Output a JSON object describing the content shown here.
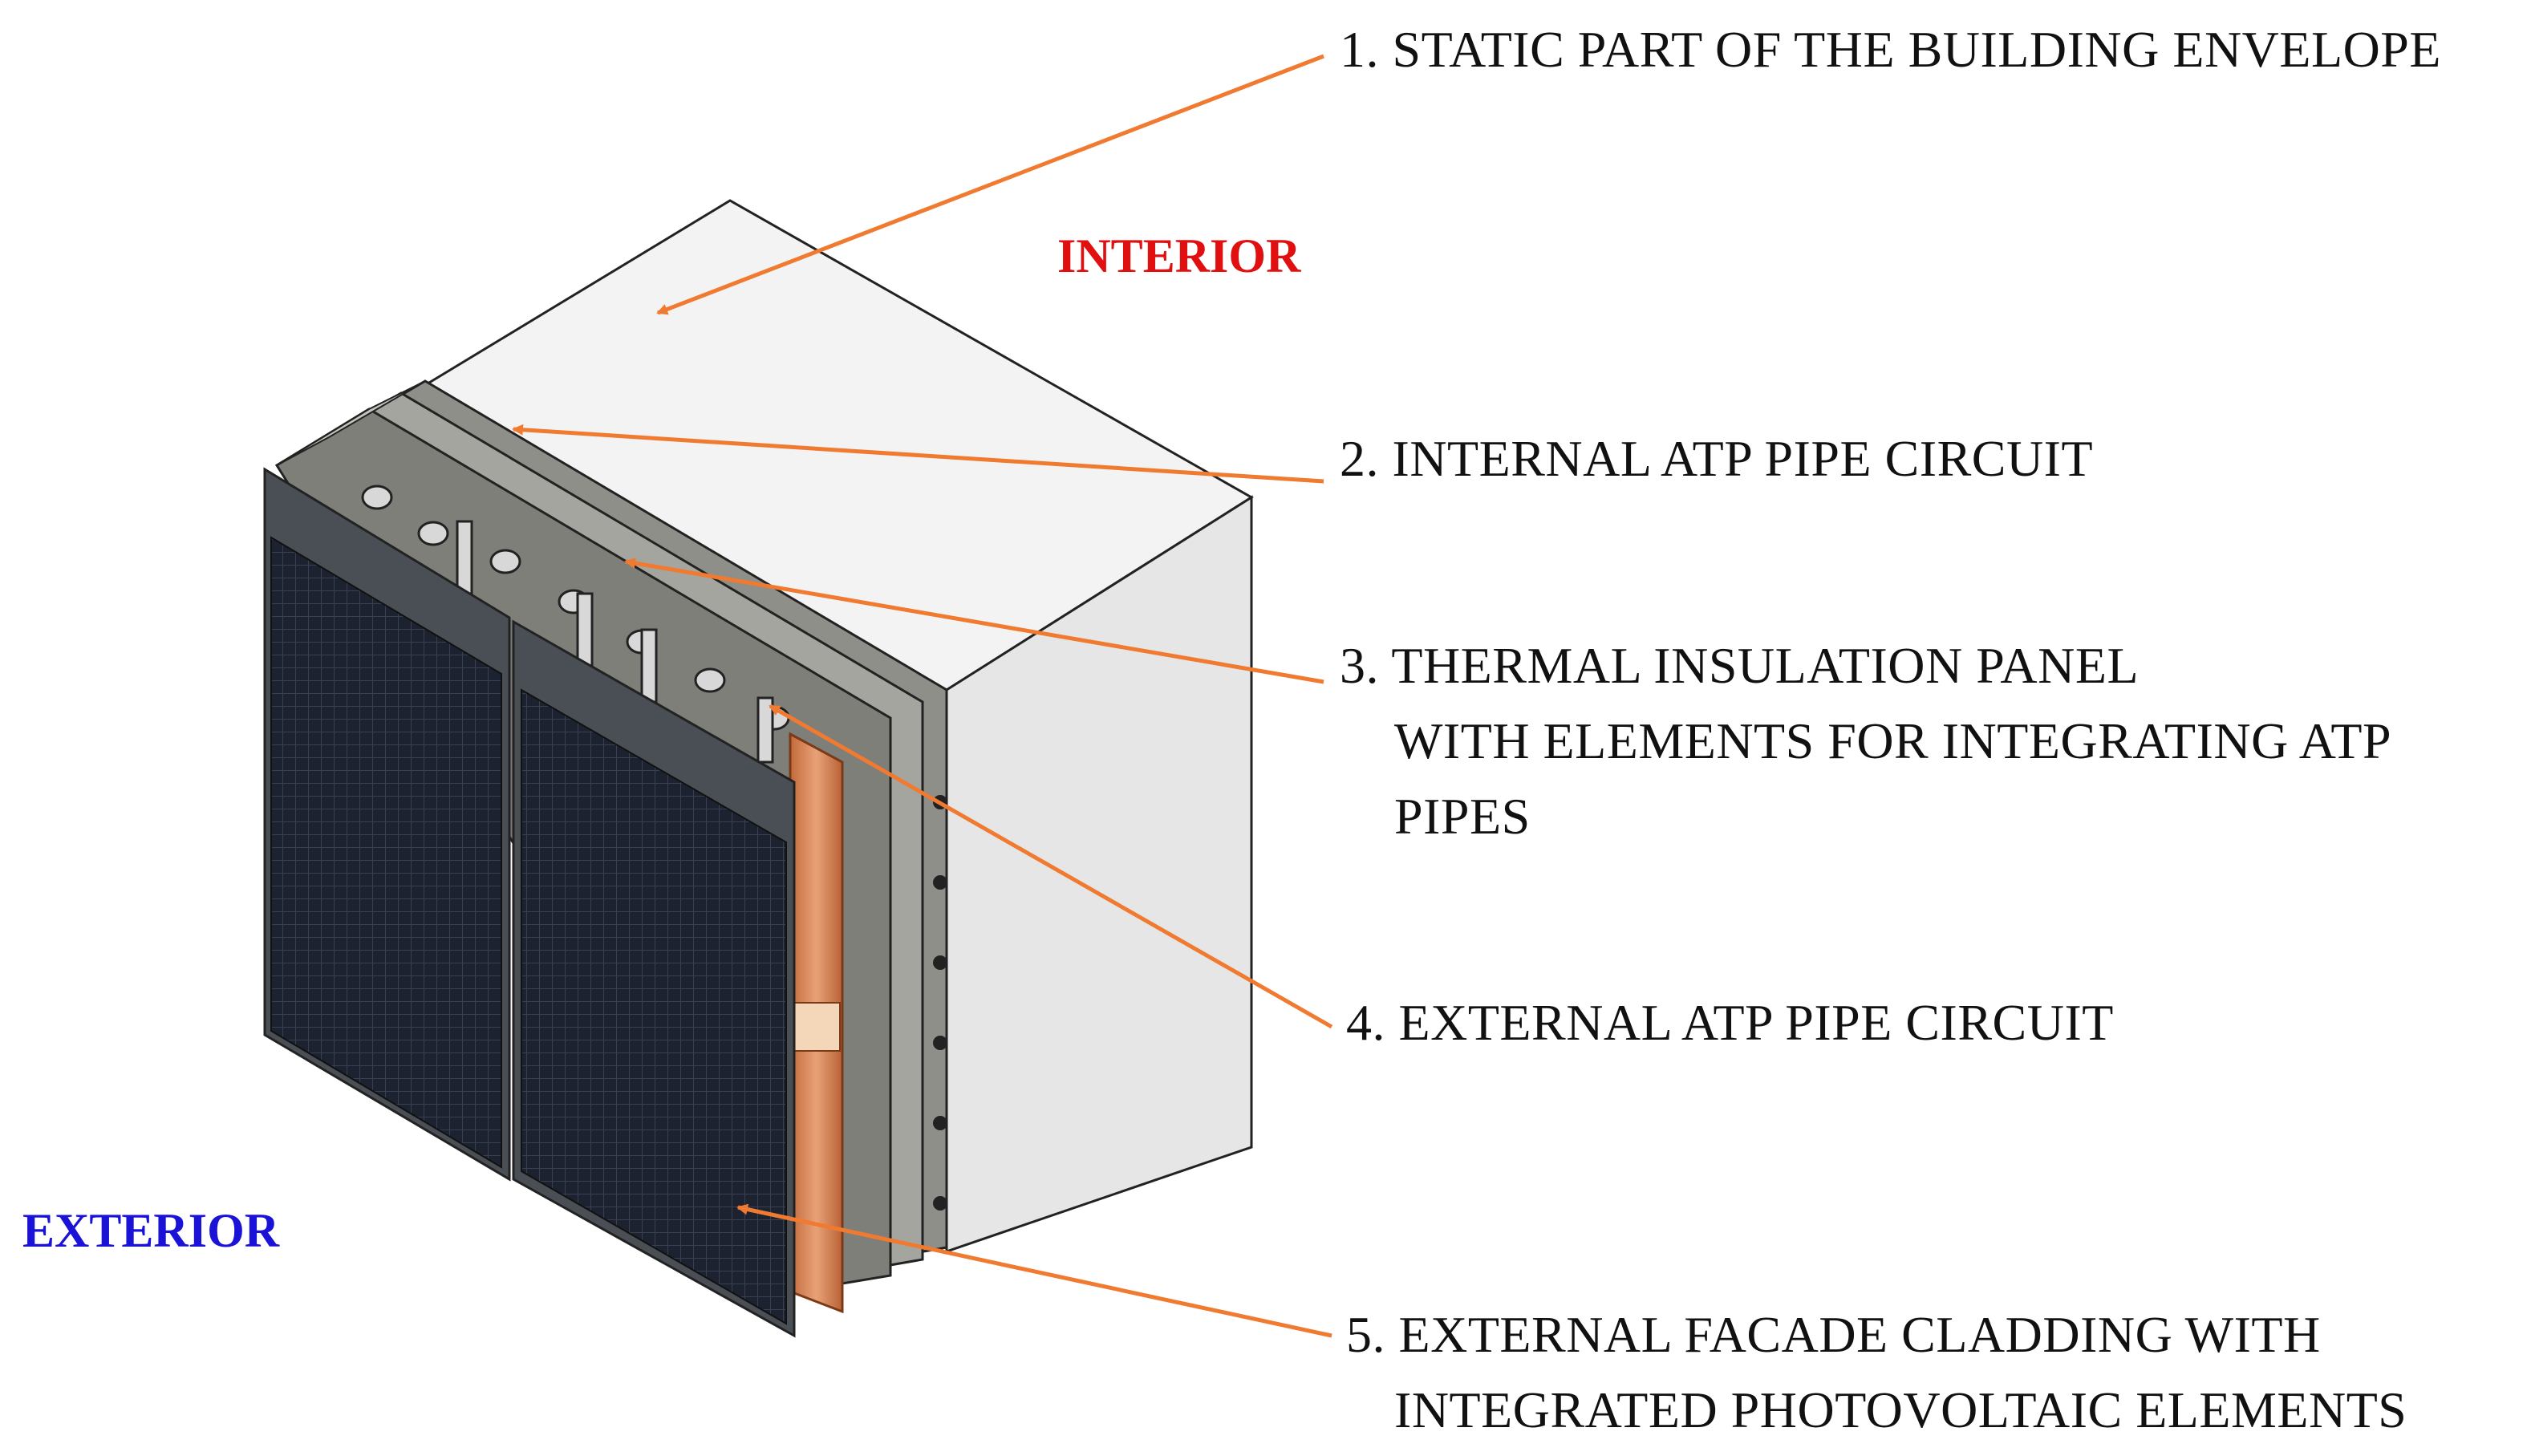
{
  "zones": {
    "interior": "INTERIOR",
    "exterior": "EXTERIOR"
  },
  "callouts": [
    {
      "lines": [
        "1. STATIC PART OF THE BUILDING ENVELOPE"
      ]
    },
    {
      "lines": [
        "2. INTERNAL ATP PIPE CIRCUIT"
      ]
    },
    {
      "lines": [
        "3. THERMAL INSULATION PANEL",
        "WITH ELEMENTS FOR INTEGRATING ATP",
        "PIPES"
      ]
    },
    {
      "lines": [
        "4. EXTERNAL ATP PIPE CIRCUIT"
      ]
    },
    {
      "lines": [
        "5. EXTERNAL FACADE CLADDING WITH",
        "INTEGRATED PHOTOVOLTAIC ELEMENTS"
      ]
    }
  ],
  "colors": {
    "interior": "#e01010",
    "exterior": "#1a12d6",
    "leader": "#f07a30",
    "wall": "#f3f3f3",
    "wall_side": "#e4e4e4",
    "insulation": "#9a9a94",
    "pv_panel": "#1d2230",
    "pv_frame": "#4a4f55",
    "copper": "#d9885a"
  }
}
